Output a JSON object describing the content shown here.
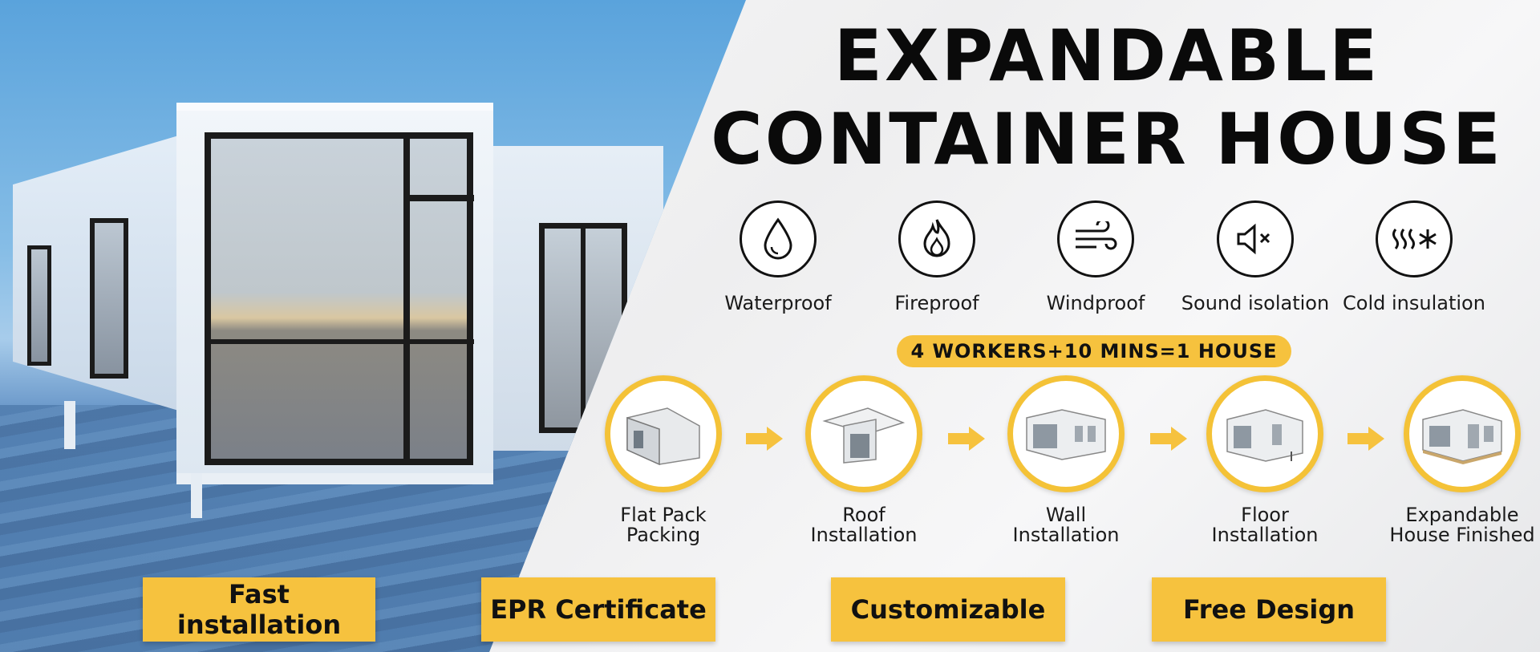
{
  "title": {
    "line1": "EXPANDABLE",
    "line2": "CONTAINER HOUSE"
  },
  "features": [
    {
      "icon": "water-drop-icon",
      "label": "Waterproof"
    },
    {
      "icon": "flame-icon",
      "label": "Fireproof"
    },
    {
      "icon": "wind-icon",
      "label": "Windproof"
    },
    {
      "icon": "speaker-mute-icon",
      "label": "Sound isolation"
    },
    {
      "icon": "heat-snowflake-icon",
      "label": "Cold insulation"
    }
  ],
  "tagline": "4 WORKERS+10 MINS=1 HOUSE",
  "steps": [
    {
      "line1": "Flat Pack",
      "line2": "Packing"
    },
    {
      "line1": "Roof",
      "line2": "Installation"
    },
    {
      "line1": "Wall",
      "line2": "Installation"
    },
    {
      "line1": "Floor",
      "line2": "Installation"
    },
    {
      "line1": "Expandable",
      "line2": "House Finished"
    }
  ],
  "buttons": [
    "Fast installation",
    "EPR Certificate",
    "Customizable",
    "Free Design"
  ],
  "colors": {
    "accent_yellow": "#f6c23e",
    "text_dark": "#111111",
    "sky_blue": "#6fb0e2"
  }
}
